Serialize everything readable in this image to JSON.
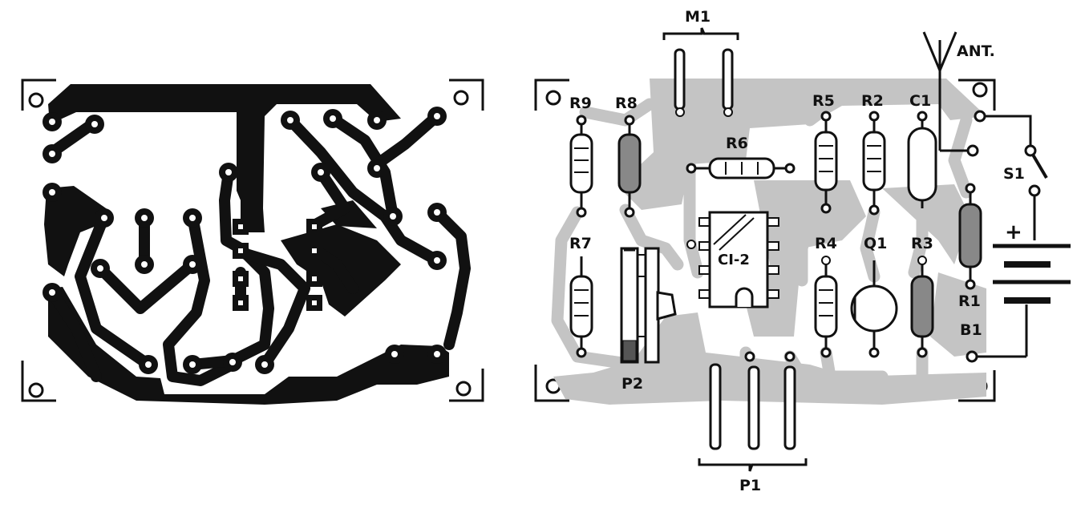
{
  "colors": {
    "ink": "#111111",
    "copper": "#c4c4c4",
    "paper": "#ffffff",
    "body": "#ffffff"
  },
  "labels": {
    "m1": "M1",
    "ant": "ANT.",
    "r9": "R9",
    "r8": "R8",
    "r5": "R5",
    "r2": "R2",
    "c1": "C1",
    "r6": "R6",
    "s1": "S1",
    "plus": "+",
    "r7": "R7",
    "r4": "R4",
    "q1": "Q1",
    "r3": "R3",
    "ci2": "CI-2",
    "r1": "R1",
    "b1": "B1",
    "p2": "P2",
    "p1": "P1"
  }
}
